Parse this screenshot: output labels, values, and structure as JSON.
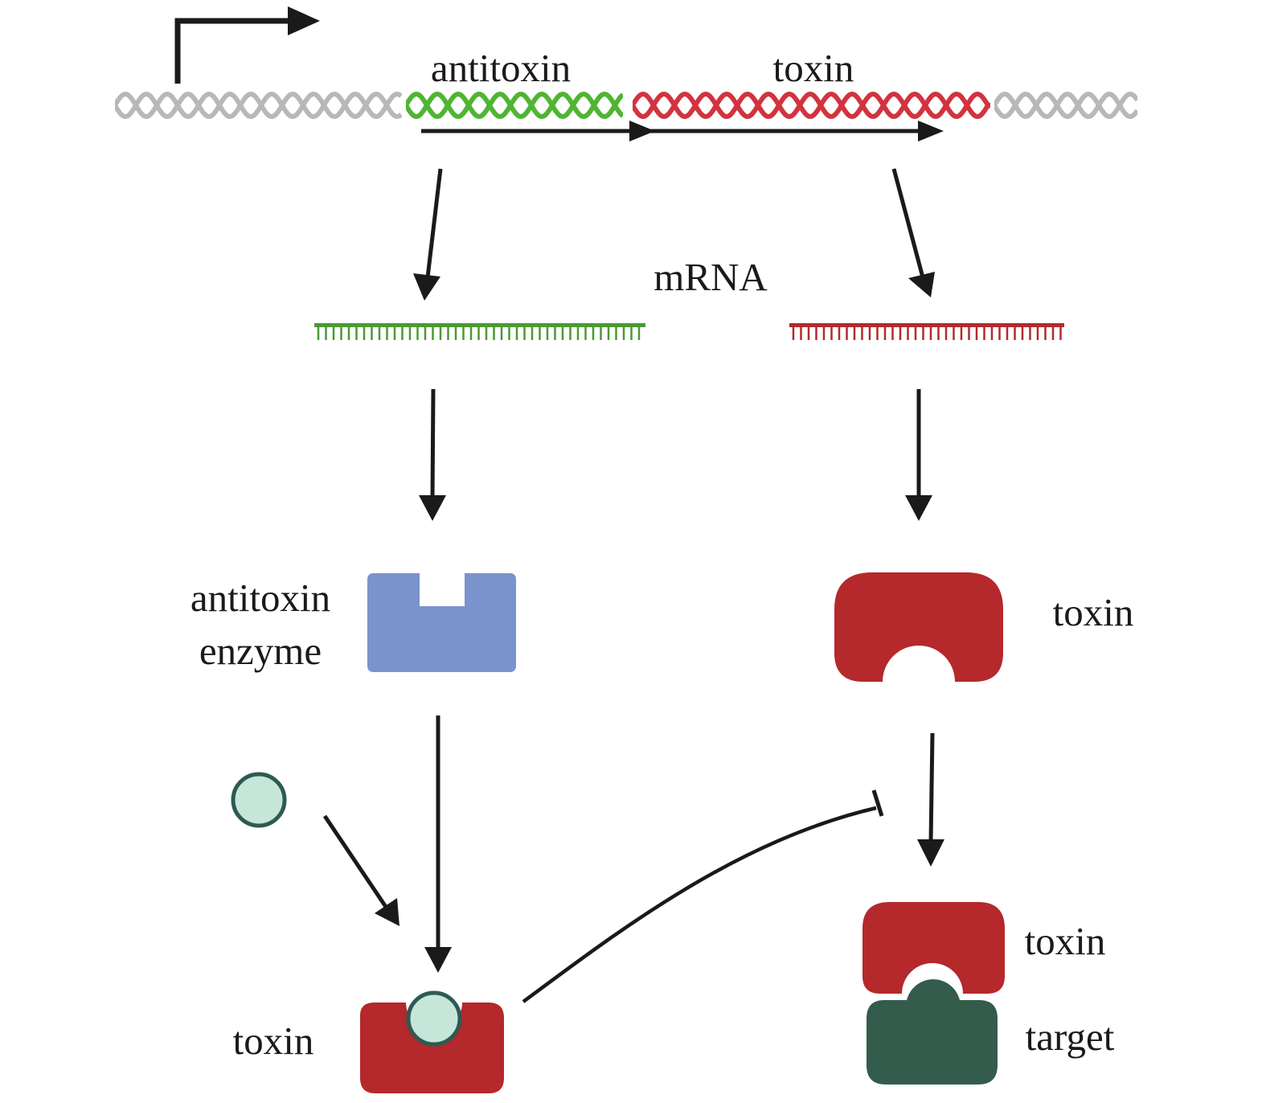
{
  "labels": {
    "antitoxin_gene": "antitoxin",
    "toxin_gene": "toxin",
    "mrna": "mRNA",
    "antitoxin_enzyme_line1": "antitoxin",
    "antitoxin_enzyme_line2": "enzyme",
    "toxin_protein": "toxin",
    "toxin_bottom_left": "toxin",
    "toxin_complex": "toxin",
    "target": "target"
  },
  "colors": {
    "dna_flank": "#b8b8b8",
    "antitoxin_gene": "#4fb533",
    "toxin_gene": "#d2333f",
    "antitoxin_mrna": "#4a9a32",
    "toxin_mrna": "#b32a2e",
    "antitoxin_enzyme": "#7b93cd",
    "toxin_protein": "#b5282c",
    "small_molecule_fill": "#c6e6da",
    "small_molecule_stroke": "#2d5a52",
    "target": "#335c4c",
    "arrow": "#1a1a1a"
  },
  "icons": {
    "promoter": "promoter-arrow-icon",
    "small_molecule": "small-molecule-icon",
    "inhibition": "inhibition-bar-icon"
  }
}
